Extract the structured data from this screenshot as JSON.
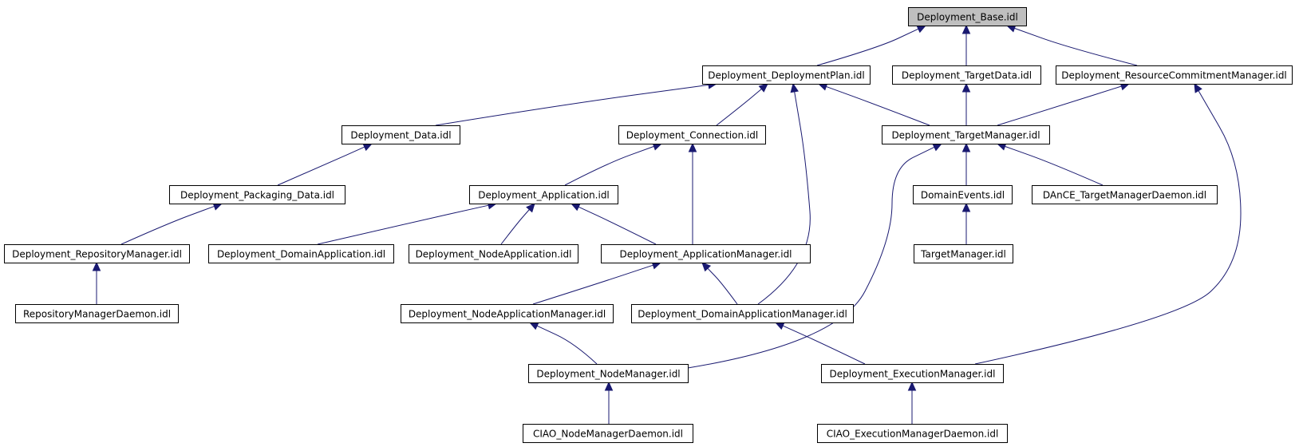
{
  "graph": {
    "colors": {
      "edge": "#191970",
      "node_fill": "#ffffff",
      "root_fill": "#bfbfbf",
      "node_border": "#000000"
    },
    "nodes": [
      {
        "id": "base",
        "label": "Deployment_Base.idl",
        "root": true
      },
      {
        "id": "plan",
        "label": "Deployment_DeploymentPlan.idl"
      },
      {
        "id": "tdata",
        "label": "Deployment_TargetData.idl"
      },
      {
        "id": "rcm",
        "label": "Deployment_ResourceCommitmentManager.idl"
      },
      {
        "id": "data",
        "label": "Deployment_Data.idl"
      },
      {
        "id": "conn",
        "label": "Deployment_Connection.idl"
      },
      {
        "id": "tm",
        "label": "Deployment_TargetManager.idl"
      },
      {
        "id": "pkg",
        "label": "Deployment_Packaging_Data.idl"
      },
      {
        "id": "app",
        "label": "Deployment_Application.idl"
      },
      {
        "id": "devents",
        "label": "DomainEvents.idl"
      },
      {
        "id": "dtmd",
        "label": "DAnCE_TargetManagerDaemon.idl"
      },
      {
        "id": "repo",
        "label": "Deployment_RepositoryManager.idl"
      },
      {
        "id": "dapp",
        "label": "Deployment_DomainApplication.idl"
      },
      {
        "id": "napp",
        "label": "Deployment_NodeApplication.idl"
      },
      {
        "id": "amgr",
        "label": "Deployment_ApplicationManager.idl"
      },
      {
        "id": "tmidl",
        "label": "TargetManager.idl"
      },
      {
        "id": "rmd",
        "label": "RepositoryManagerDaemon.idl"
      },
      {
        "id": "nam",
        "label": "Deployment_NodeApplicationManager.idl"
      },
      {
        "id": "dam",
        "label": "Deployment_DomainApplicationManager.idl"
      },
      {
        "id": "nm",
        "label": "Deployment_NodeManager.idl"
      },
      {
        "id": "em",
        "label": "Deployment_ExecutionManager.idl"
      },
      {
        "id": "cnmd",
        "label": "CIAO_NodeManagerDaemon.idl"
      },
      {
        "id": "cemd",
        "label": "CIAO_ExecutionManagerDaemon.idl"
      }
    ],
    "edges": [
      {
        "from": "plan",
        "to": "base"
      },
      {
        "from": "tdata",
        "to": "base"
      },
      {
        "from": "rcm",
        "to": "base"
      },
      {
        "from": "data",
        "to": "plan"
      },
      {
        "from": "conn",
        "to": "plan"
      },
      {
        "from": "dam",
        "to": "plan"
      },
      {
        "from": "tm",
        "to": "plan"
      },
      {
        "from": "tm",
        "to": "tdata"
      },
      {
        "from": "tm",
        "to": "rcm"
      },
      {
        "from": "em",
        "to": "rcm"
      },
      {
        "from": "pkg",
        "to": "data"
      },
      {
        "from": "app",
        "to": "conn"
      },
      {
        "from": "amgr",
        "to": "conn"
      },
      {
        "from": "repo",
        "to": "pkg"
      },
      {
        "from": "dapp",
        "to": "app"
      },
      {
        "from": "napp",
        "to": "app"
      },
      {
        "from": "amgr",
        "to": "app"
      },
      {
        "from": "devents",
        "to": "tm"
      },
      {
        "from": "dtmd",
        "to": "tm"
      },
      {
        "from": "nm",
        "to": "tm"
      },
      {
        "from": "tmidl",
        "to": "devents"
      },
      {
        "from": "rmd",
        "to": "repo"
      },
      {
        "from": "nam",
        "to": "amgr"
      },
      {
        "from": "dam",
        "to": "amgr"
      },
      {
        "from": "nm",
        "to": "nam"
      },
      {
        "from": "em",
        "to": "dam"
      },
      {
        "from": "cnmd",
        "to": "nm"
      },
      {
        "from": "cemd",
        "to": "em"
      }
    ]
  }
}
